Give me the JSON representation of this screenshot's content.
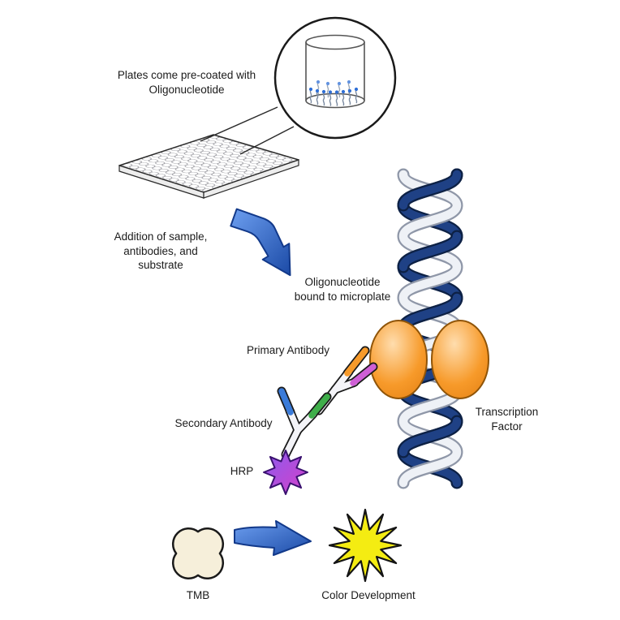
{
  "figure": {
    "background": "#ffffff",
    "labels": {
      "plate": "Plates come pre-coated with\nOligonucleotide",
      "addition": "Addition of sample,\nantibodies, and\nsubstrate",
      "oligo_bound": "Oligonucleotide\nbound to microplate",
      "primary_antibody": "Primary Antibody",
      "secondary_antibody": "Secondary Antibody",
      "hrp": "HRP",
      "transcription_factor": "Transcription\nFactor",
      "tmb": "TMB",
      "color_development": "Color Development"
    },
    "colors": {
      "arrow_light": "#6d9ff0",
      "arrow_dark": "#1b4aa6",
      "arrow_outline": "#12398a",
      "dna_blue": "#1f4185",
      "dna_blue_outline": "#0d2145",
      "dna_white": "#eef1f6",
      "dna_white_outline": "#8f97a8",
      "tf_orange": "#f79a2a",
      "tf_highlight": "#ffddae",
      "tf_shadow": "#e07c10",
      "tf_outline": "#8f5408",
      "antibody_white": "#f4f4f8",
      "antibody_orange": "#f79a2a",
      "antibody_magenta": "#cf5fd6",
      "antibody_blue": "#3a7bd9",
      "antibody_green": "#3fae4a",
      "hrp_purple": "#8a5cf0",
      "hrp_magenta": "#d63fc8",
      "hrp_outline": "#3a1170",
      "oligo_dot_blue": "#2f6fd6",
      "tmb_cream": "#f6efda",
      "burst_yellow": "#f4ec12",
      "outline_dark": "#1a1a1a"
    }
  }
}
